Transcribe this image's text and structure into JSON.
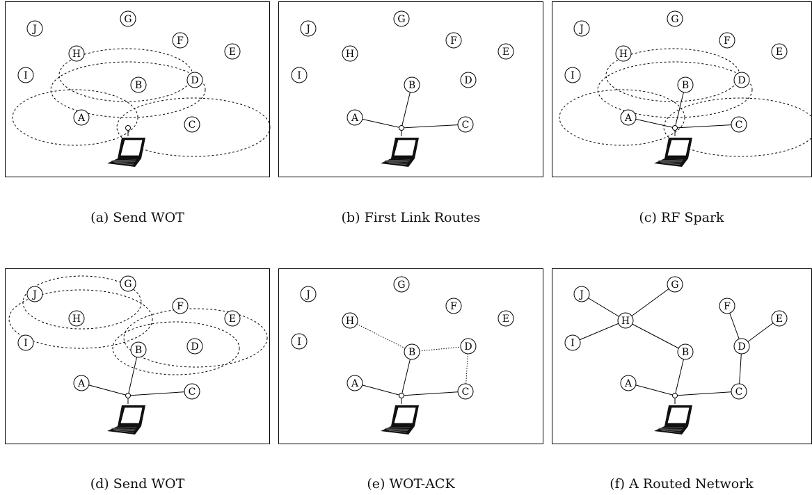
{
  "figure": {
    "panels": [
      {
        "id": "a",
        "caption": "(a) Send WOT",
        "nodes": [
          "J",
          "G",
          "F",
          "E",
          "H",
          "I",
          "B",
          "D",
          "A",
          "C"
        ],
        "links": [],
        "ranges": 4
      },
      {
        "id": "b",
        "caption": "(b) First Link Routes",
        "nodes": [
          "J",
          "G",
          "F",
          "E",
          "H",
          "I",
          "B",
          "D",
          "A",
          "C"
        ],
        "links": [
          {
            "from": "hub",
            "to": "A",
            "style": "solid"
          },
          {
            "from": "hub",
            "to": "B",
            "style": "solid"
          },
          {
            "from": "hub",
            "to": "C",
            "style": "solid"
          }
        ],
        "ranges": 0
      },
      {
        "id": "c",
        "caption": "(c) RF Spark",
        "nodes": [
          "J",
          "G",
          "F",
          "E",
          "H",
          "I",
          "B",
          "D",
          "A",
          "C"
        ],
        "links": [
          {
            "from": "hub",
            "to": "A",
            "style": "solid"
          },
          {
            "from": "hub",
            "to": "B",
            "style": "solid"
          },
          {
            "from": "hub",
            "to": "C",
            "style": "solid"
          }
        ],
        "ranges": 4
      },
      {
        "id": "d",
        "caption": "(d) Send WOT",
        "nodes": [
          "J",
          "G",
          "F",
          "E",
          "H",
          "I",
          "B",
          "D",
          "A",
          "C"
        ],
        "links": [
          {
            "from": "hub",
            "to": "A",
            "style": "solid"
          },
          {
            "from": "hub",
            "to": "B",
            "style": "solid"
          },
          {
            "from": "hub",
            "to": "C",
            "style": "solid"
          }
        ],
        "ranges": 4
      },
      {
        "id": "e",
        "caption": "(e) WOT-ACK",
        "nodes": [
          "J",
          "G",
          "F",
          "E",
          "H",
          "I",
          "B",
          "D",
          "A",
          "C"
        ],
        "links": [
          {
            "from": "hub",
            "to": "A",
            "style": "solid"
          },
          {
            "from": "hub",
            "to": "B",
            "style": "solid"
          },
          {
            "from": "hub",
            "to": "C",
            "style": "solid"
          },
          {
            "from": "B",
            "to": "H",
            "style": "dotted"
          },
          {
            "from": "B",
            "to": "D",
            "style": "dotted"
          },
          {
            "from": "D",
            "to": "C",
            "style": "dotted"
          }
        ],
        "ranges": 0
      },
      {
        "id": "f",
        "caption": "(f) A Routed Network",
        "nodes": [
          "J",
          "G",
          "F",
          "E",
          "H",
          "I",
          "B",
          "D",
          "A",
          "C"
        ],
        "links": [
          {
            "from": "hub",
            "to": "A",
            "style": "solid"
          },
          {
            "from": "hub",
            "to": "B",
            "style": "solid"
          },
          {
            "from": "hub",
            "to": "C",
            "style": "solid"
          },
          {
            "from": "B",
            "to": "H",
            "style": "solid"
          },
          {
            "from": "H",
            "to": "J",
            "style": "solid"
          },
          {
            "from": "H",
            "to": "G",
            "style": "solid"
          },
          {
            "from": "H",
            "to": "I",
            "style": "solid"
          },
          {
            "from": "C",
            "to": "D",
            "style": "solid"
          },
          {
            "from": "D",
            "to": "F",
            "style": "solid"
          },
          {
            "from": "D",
            "to": "E",
            "style": "solid"
          }
        ],
        "ranges": 0
      }
    ]
  }
}
